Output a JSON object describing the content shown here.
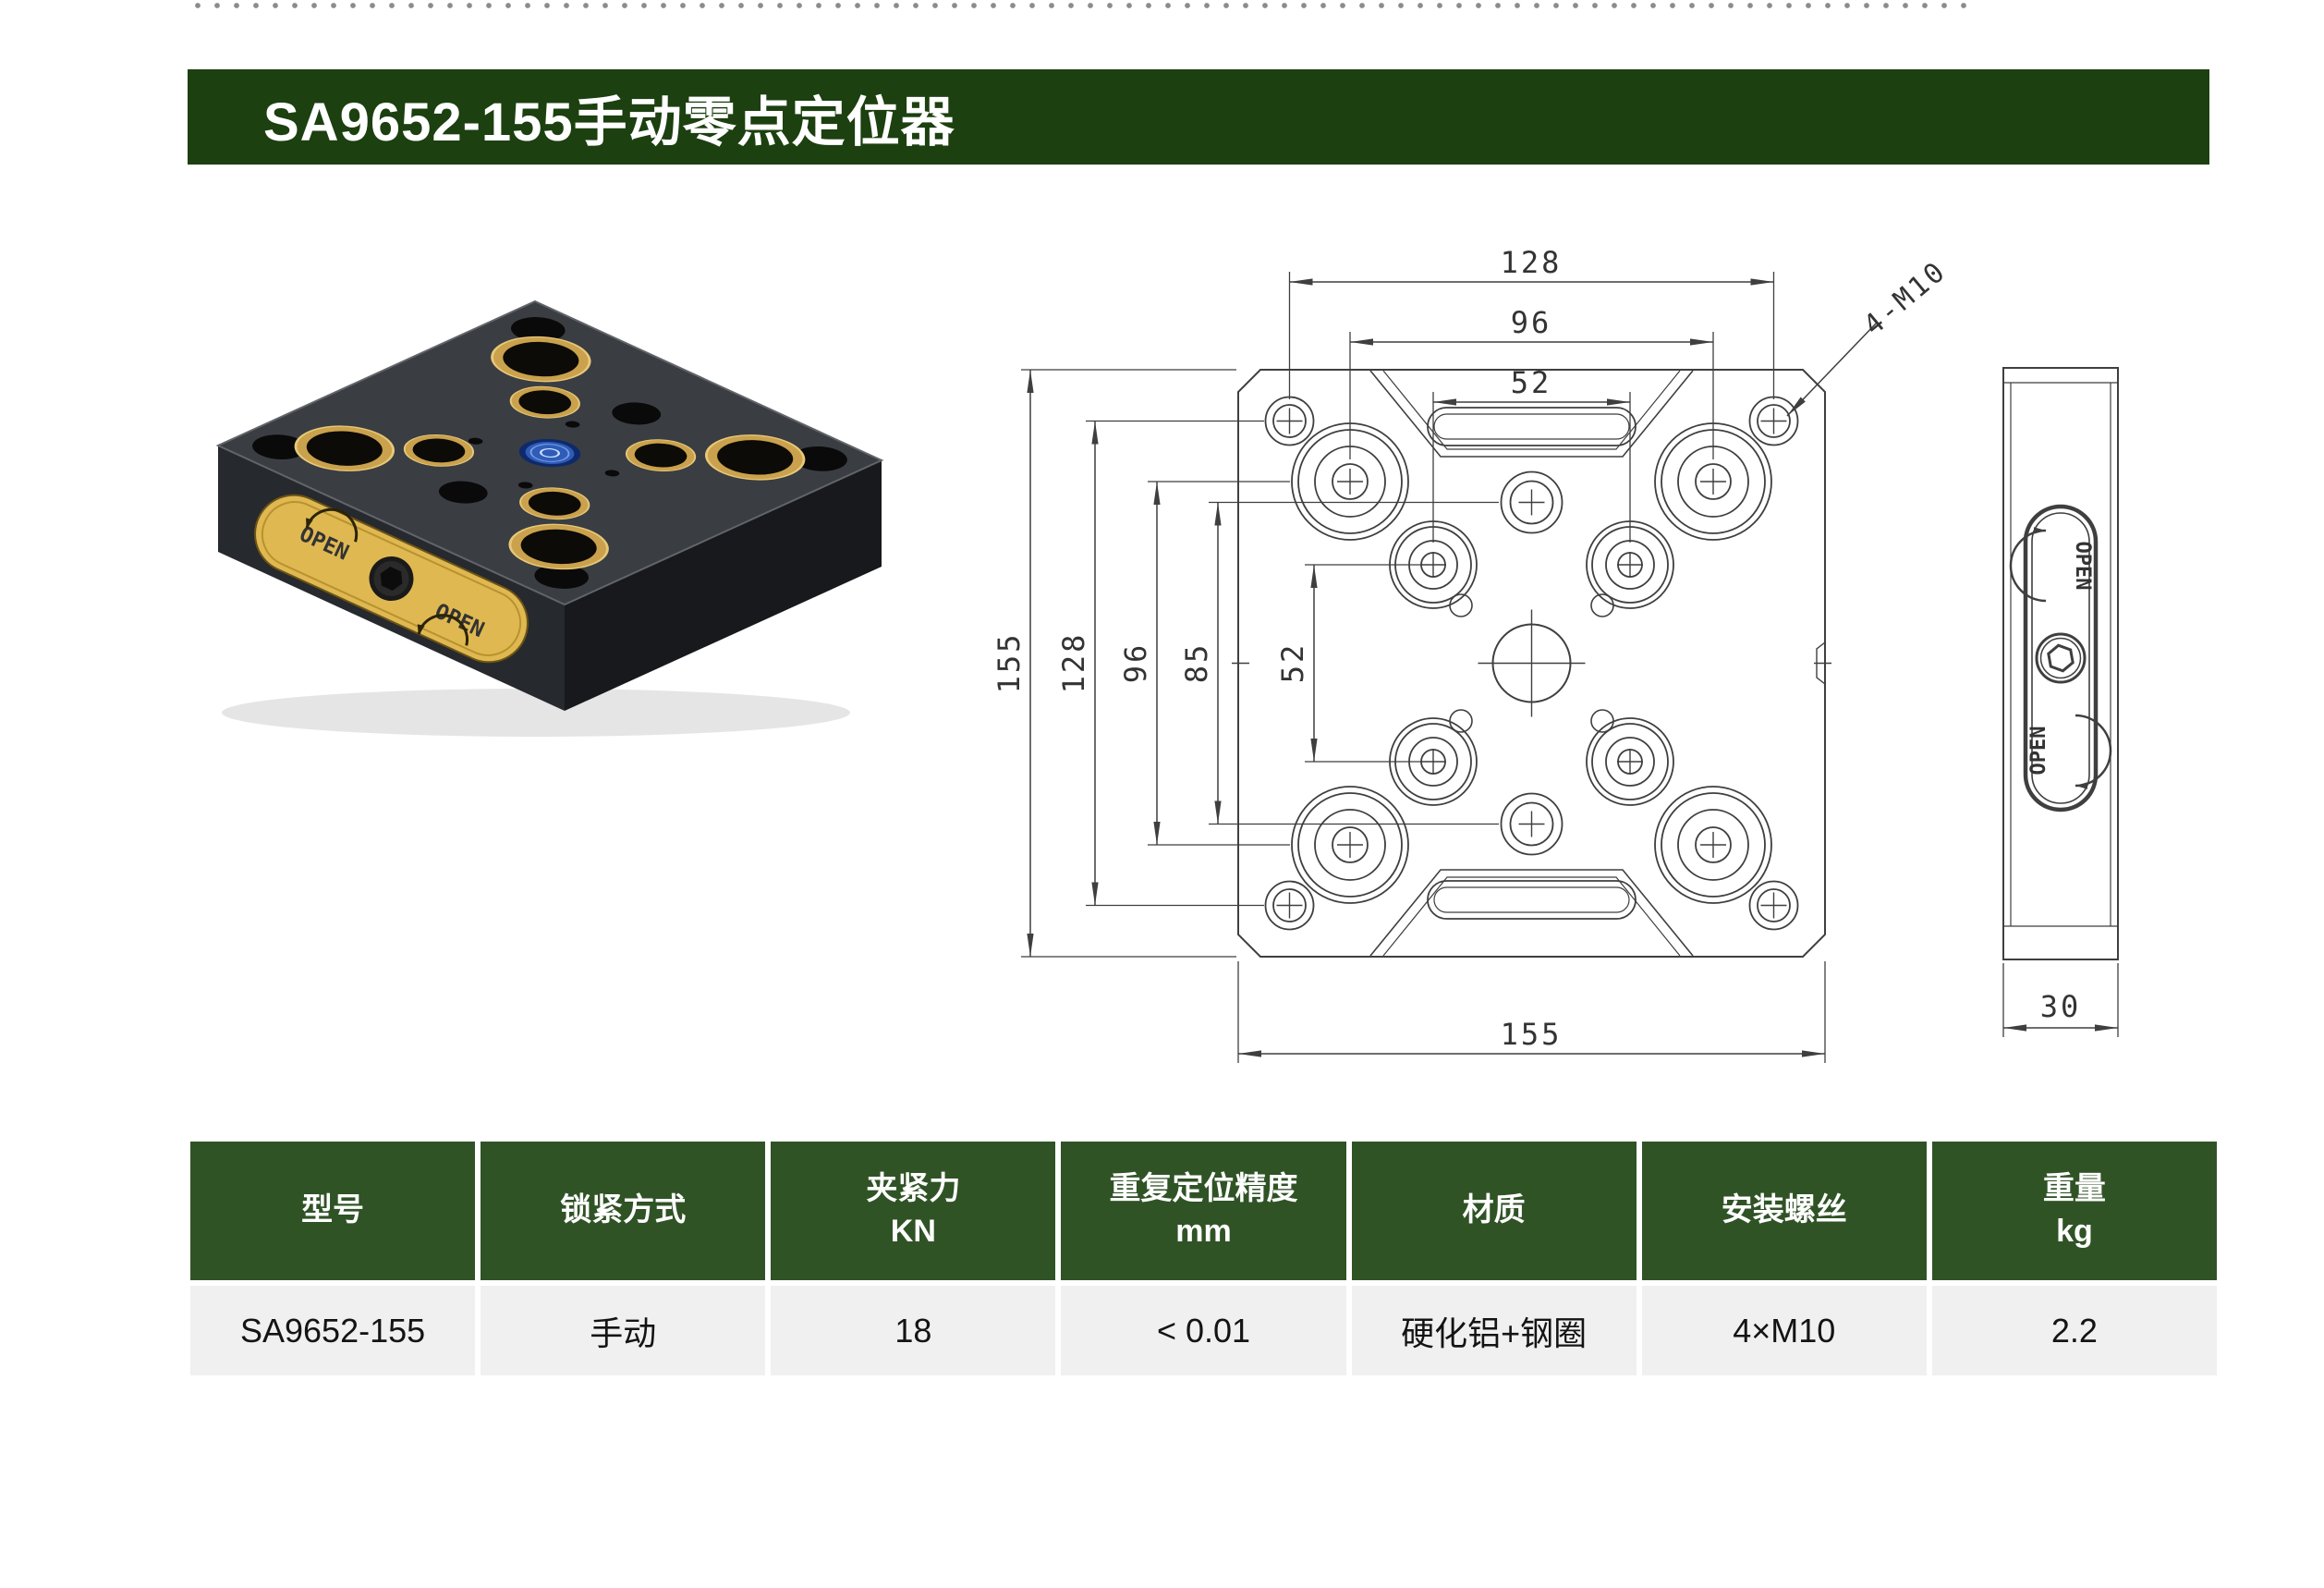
{
  "header": {
    "title": "SA9652-155手动零点定位器",
    "bar_color": "#1c4010",
    "text_color": "#ffffff"
  },
  "product_image": {
    "description": "black manual zero-point clamping plate, isometric product photo",
    "open_label": "OPEN",
    "body_color": "#3a3e43",
    "brass_color": "#caa14c",
    "badge_color": "#2e5cb8"
  },
  "drawing": {
    "line_color": "#3f3f3f",
    "front_view": {
      "dims_top": [
        "128",
        "96",
        "52"
      ],
      "dims_left": [
        "155",
        "128",
        "96",
        "85"
      ],
      "dim_inner_vertical": "52",
      "dim_bottom": "155",
      "thread_callout": "4-M10"
    },
    "side_view": {
      "dim_width": "30",
      "open_label_top": "OPEN",
      "open_label_bottom": "OPEN"
    }
  },
  "spec_table": {
    "header_bg": "#305326",
    "row_bg": "#f0f0f0",
    "columns": [
      {
        "title": "型号",
        "sub": ""
      },
      {
        "title": "锁紧方式",
        "sub": ""
      },
      {
        "title": "夹紧力",
        "sub": "KN"
      },
      {
        "title": "重复定位精度",
        "sub": "mm"
      },
      {
        "title": "材质",
        "sub": ""
      },
      {
        "title": "安装螺丝",
        "sub": ""
      },
      {
        "title": "重量",
        "sub": "kg"
      }
    ],
    "row": [
      "SA9652-155",
      "手动",
      "18",
      "< 0.01",
      "硬化铝+钢圈",
      "4×M10",
      "2.2"
    ]
  }
}
